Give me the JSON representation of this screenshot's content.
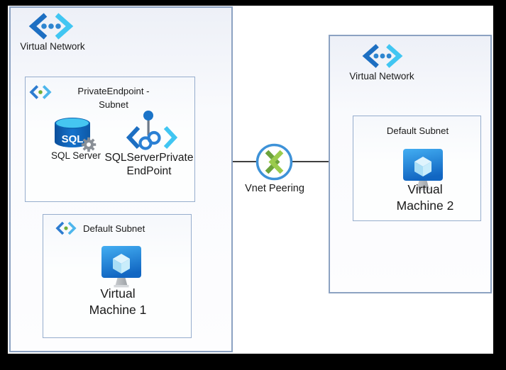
{
  "diagram": {
    "left_vnet": {
      "label": "Virtual Network",
      "pe_subnet": {
        "label_line1": "PrivateEndpoint -",
        "label_line2": "Subnet",
        "sql_server_label": "SQL Server",
        "sql_icon_text": "SQL",
        "private_endpoint_label_line1": "SQLServerPrivate",
        "private_endpoint_label_line2": "EndPoint"
      },
      "default_subnet": {
        "label": "Default Subnet",
        "vm_label_line1": "Virtual",
        "vm_label_line2": "Machine 1"
      }
    },
    "peering": {
      "label": "Vnet Peering"
    },
    "right_vnet": {
      "label": "Virtual Network",
      "default_subnet": {
        "label": "Default Subnet",
        "vm_label_line1": "Virtual",
        "vm_label_line2": "Machine 2"
      }
    },
    "icons": {
      "virtual_network": "virtual-network-icon",
      "subnet": "subnet-icon",
      "sql_server": "sql-server-icon",
      "private_endpoint": "private-endpoint-icon",
      "virtual_machine": "virtual-machine-icon",
      "vnet_peering": "vnet-peering-icon"
    },
    "colors": {
      "background": "#000000",
      "canvas": "#ffffff",
      "vnet_box_border": "#8ca2c2",
      "subnet_box_border": "#96adcd",
      "box_fill_top": "#edf0f7",
      "chevron_blue_dark": "#1d6fc2",
      "chevron_blue_light": "#41c6f2",
      "dots_blue": "#2d85d0",
      "subnet_dot_green": "#6fae3a",
      "sql_cylinder_dark": "#0b4f9b",
      "sql_cylinder_light": "#1573cc",
      "sql_top_cyan": "#45c6f1",
      "gear_gray": "#898f96",
      "vm_monitor_top": "#43aef2",
      "vm_monitor_bottom": "#1166c2",
      "peering_ring_blue": "#3e92d8",
      "peering_green_dark": "#6ca33c",
      "peering_green_light": "#9acb4d",
      "connector_line": "#3f3f3f",
      "text": "#1a1a1a"
    }
  }
}
